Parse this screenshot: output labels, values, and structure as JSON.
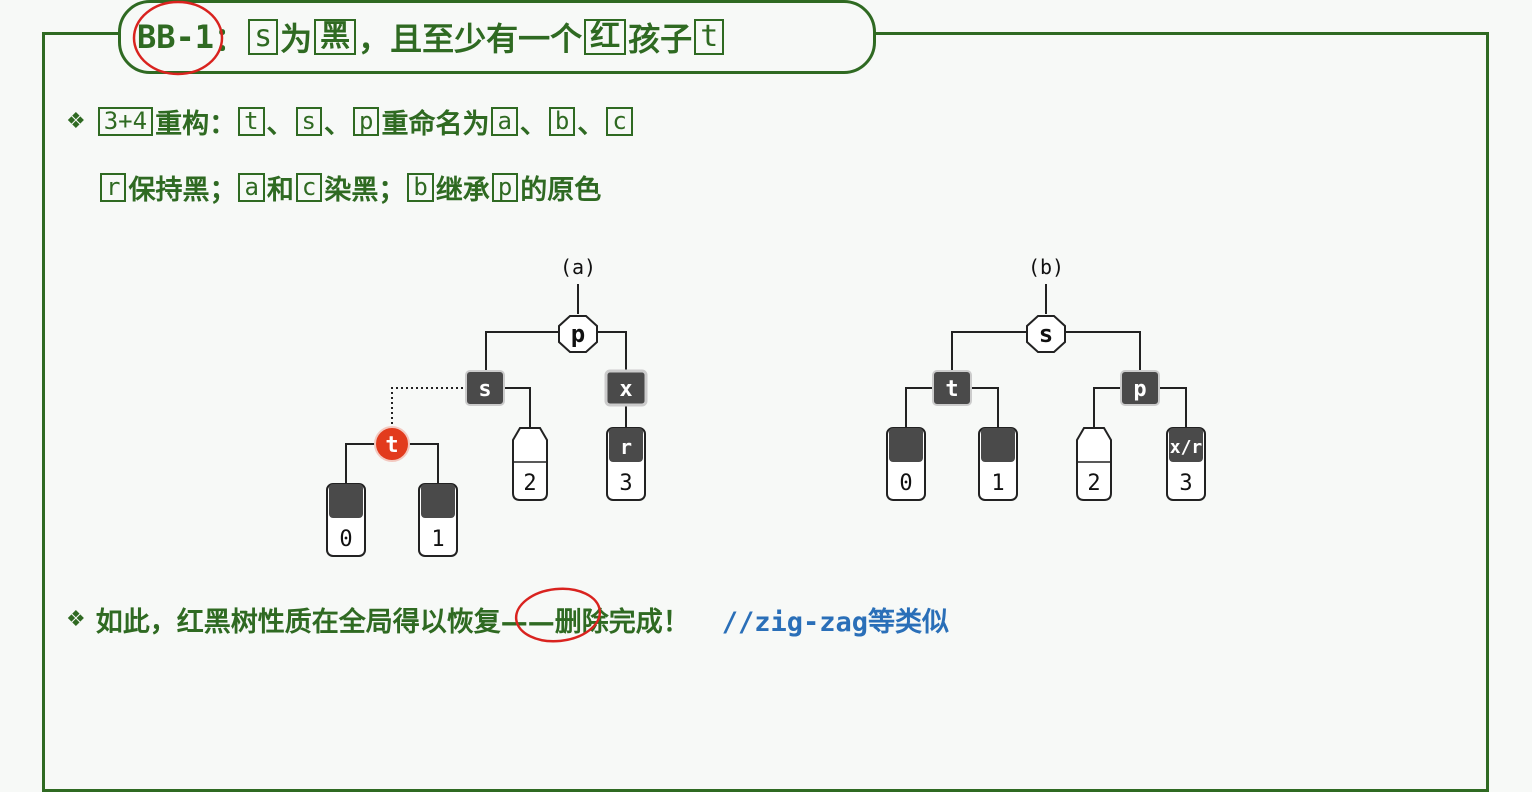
{
  "title": {
    "code": "BB-1",
    "colon": "：",
    "s": "s",
    "wei": "为",
    "hei": "黑",
    "mid": "，且至少有一个",
    "hong": "红",
    "child": "孩子",
    "t": "t"
  },
  "line1": {
    "k34": "3+4",
    "chonggou": "重构：",
    "t": "t",
    "sep1": "、",
    "s": "s",
    "sep2": "、",
    "p": "p",
    "rename": "重命名为",
    "a": "a",
    "sep3": "、",
    "b": "b",
    "sep4": "、",
    "c": "c"
  },
  "line2": {
    "r": "r",
    "keep": "保持黑；",
    "a": "a",
    "he": "和",
    "c": "c",
    "ranhei": "染黑；",
    "b": "b",
    "inherit": "继承",
    "p": "p",
    "orig": "的原色"
  },
  "line3": {
    "text": "如此，红黑树性质在全局得以恢复——删除完成！",
    "comment_code": "//zig-zag",
    "comment_text": "等类似"
  },
  "diagram": {
    "a_label": "(a)",
    "b_label": "(b)",
    "tree_a": {
      "p": "p",
      "s": "s",
      "x": "x",
      "t": "t",
      "r": "r",
      "sub0": "0",
      "sub1": "1",
      "sub2": "2",
      "sub3": "3"
    },
    "tree_b": {
      "s": "s",
      "t": "t",
      "p": "p",
      "xr": "x/r",
      "sub0": "0",
      "sub1": "1",
      "sub2": "2",
      "sub3": "3"
    }
  },
  "colors": {
    "green": "#2f6a22",
    "blue": "#2a6fb8",
    "red_node": "#e23b1d",
    "dark_node": "#4a4a4a",
    "annotation_red": "#d9231f"
  }
}
